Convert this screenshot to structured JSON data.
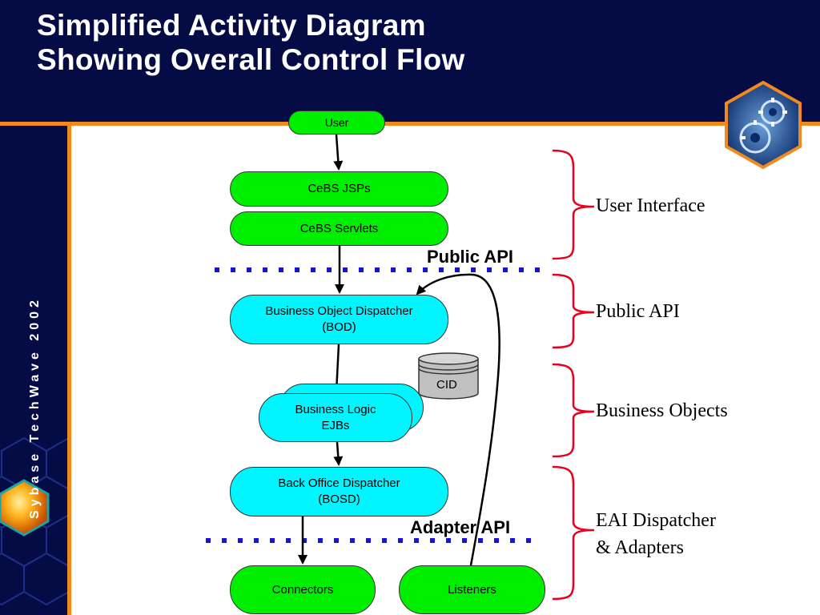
{
  "slide": {
    "title_line1": "Simplified Activity Diagram",
    "title_line2": "Showing Overall Control Flow",
    "sidebar_text": "Sybase TechWave 2002"
  },
  "diagram": {
    "nodes": {
      "user": "User",
      "cebs_jsps": "CeBS JSPs",
      "cebs_servlets": "CeBS Servlets",
      "bod": "Business Object Dispatcher\n(BOD)",
      "business_logic": "Business Logic\nEJBs",
      "bosd": "Back Office Dispatcher\n(BOSD)",
      "connectors": "Connectors",
      "listeners": "Listeners",
      "cid": "CID"
    },
    "boundaries": {
      "public_api": "Public API",
      "adapter_api": "Adapter API"
    },
    "layers": [
      "User Interface",
      "Public API",
      "Business Objects",
      "EAI Dispatcher\n& Adapters"
    ]
  },
  "colors": {
    "header_bg": "#050b45",
    "accent_orange": "#f08a1e",
    "node_green": "#00ee00",
    "node_cyan": "#00f5ff",
    "bracket_red": "#e8001c",
    "dotted_blue": "#1414d6"
  }
}
